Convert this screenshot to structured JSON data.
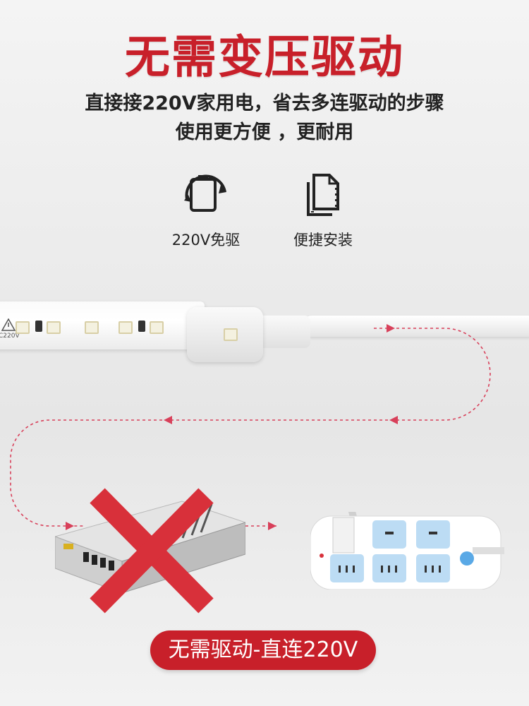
{
  "headline": "无需变压驱动",
  "subtitle": {
    "line1": "直接接220V家用电，省去多连驱动的步骤",
    "line2": "使用更方便 ，更耐用"
  },
  "features": [
    {
      "label": "220V免驱",
      "icon": "battery-refresh-icon"
    },
    {
      "label": "便捷安装",
      "icon": "document-copy-icon"
    }
  ],
  "strip_print": "C220V",
  "badge": "无需驱动-直连220V",
  "colors": {
    "accent": "#c8202a",
    "path": "#d8405a"
  }
}
